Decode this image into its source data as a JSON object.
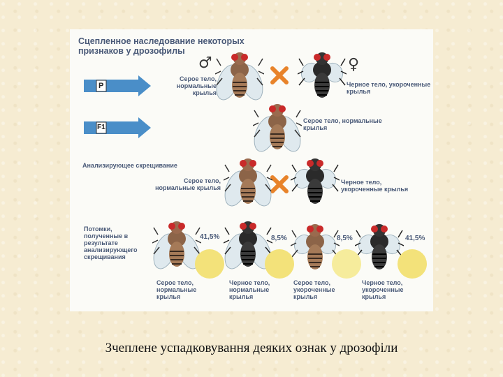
{
  "title": "Сцепленное наследование некоторых признаков у дрозофилы",
  "male_symbol": "♂",
  "female_symbol": "♀",
  "gen_p_label": "P",
  "gen_f1_label": "F1",
  "p_left_label": "Серое тело, нормальные крылья",
  "p_right_label": "Черное тело, укороченные крылья",
  "f1_label": "Серое тело, нормальные крылья",
  "analyzing_cross": "Анализирующее скрещивание",
  "cross_left_label": "Серое тело, нормальные крылья",
  "cross_right_label": "Черное тело, укороченные крылья",
  "offspring_header": "Потомки, полученные в результате анализирующего скрещивания",
  "offspring": [
    {
      "percent": "41,5%",
      "label": "Серое тело, нормальные крылья"
    },
    {
      "percent": "8,5%",
      "label": "Черное тело, нормальные крылья"
    },
    {
      "percent": "8,5%",
      "label": "Серое тело, укороченные крылья"
    },
    {
      "percent": "41,5%",
      "label": "Черное тело, укороченные крылья"
    }
  ],
  "caption": "Зчеплене успадковування деяких ознак у дрозофіли",
  "colors": {
    "label_text": "#4a5a78",
    "arrow_blue": "#4a8ec8",
    "cross_orange": "#e8832a",
    "gray_body": "#8c6448",
    "black_body": "#2a2a2a",
    "disc_yellow": "#f3e27a"
  }
}
